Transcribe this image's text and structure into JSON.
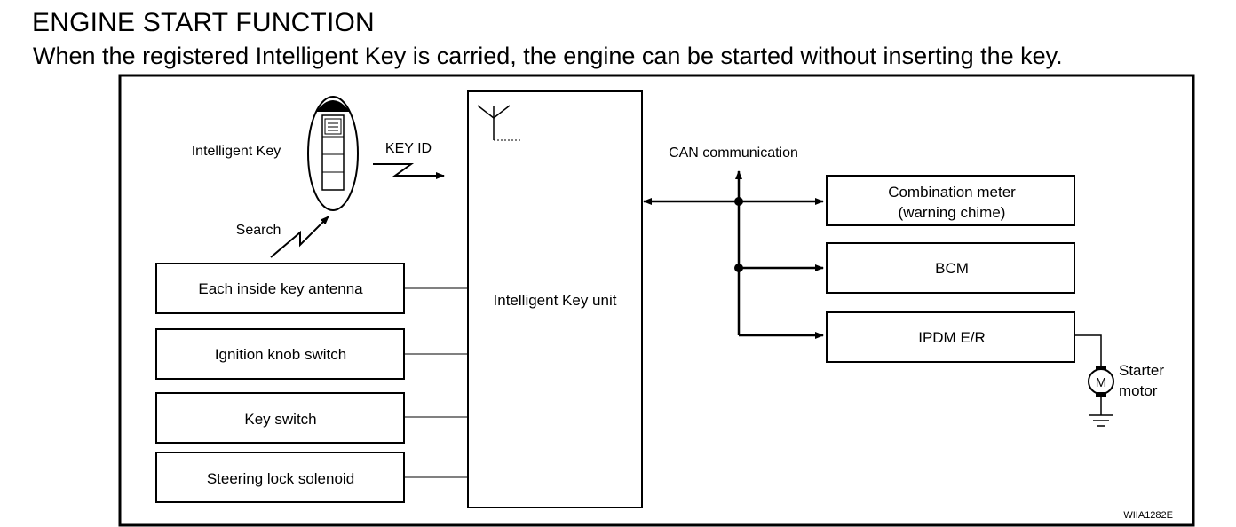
{
  "heading": {
    "title": "ENGINE START FUNCTION",
    "description": "When the registered Intelligent Key is carried, the engine can be started without inserting the key."
  },
  "diagram": {
    "intelligent_key_label": "Intelligent Key",
    "key_id_label": "KEY ID",
    "search_label": "Search",
    "can_label": "CAN communication",
    "unit_label": "Intelligent Key unit",
    "inputs": [
      "Each inside key antenna",
      "Ignition knob switch",
      "Key switch",
      "Steering lock solenoid"
    ],
    "outputs": {
      "combination_meter_line1": "Combination meter",
      "combination_meter_line2": "(warning chime)",
      "bcm": "BCM",
      "ipdm": "IPDM E/R"
    },
    "motor_symbol": "M",
    "starter_line1": "Starter",
    "starter_line2": "motor",
    "figure_code": "WIIA1282E"
  }
}
